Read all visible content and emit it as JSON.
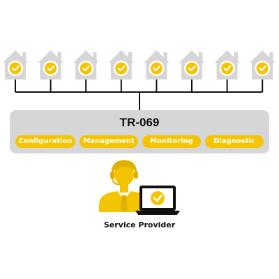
{
  "diagram": {
    "device_count": 8,
    "protocol_title": "TR-069",
    "features": [
      "Configuration",
      "Management",
      "Monitoring",
      "Diagnostic"
    ],
    "operator_label": "Service Provider",
    "colors": {
      "accent": "#f4c400",
      "house": "#d6d6d6",
      "panel": "#d6d6d6",
      "line": "#111111",
      "text": "#111111"
    },
    "icons": {
      "device": "house-check-icon",
      "operator": "headset-agent-icon",
      "computer": "laptop-check-icon"
    }
  }
}
